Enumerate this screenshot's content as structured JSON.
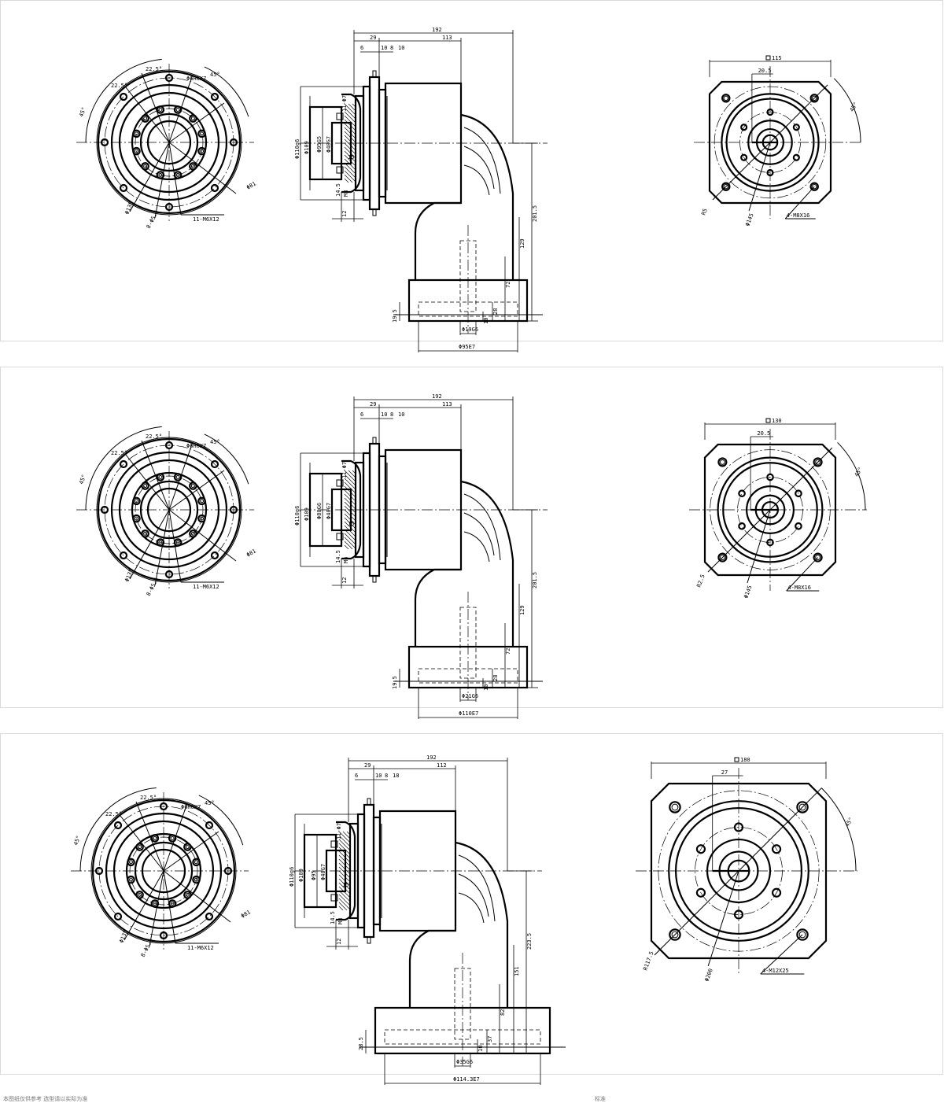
{
  "panels": [
    {
      "label": "panel-1",
      "front": {
        "a22": "22.5°",
        "a22b": "22.5°",
        "a45": "45°",
        "a45b": "45°",
        "pin": "Φ6H6X7",
        "pcd1": "Φ135",
        "pcd2": "8-Φ5.5",
        "pcd3": "Φ81",
        "screw": "11-M6X12"
      },
      "side": {
        "d192": "192",
        "d29": "29",
        "d113": "113",
        "d6": "6",
        "d10a": "10",
        "d8": "8",
        "d10b": "10",
        "d110": "Φ110g6",
        "d109": "Φ109",
        "d95": "Φ95G5",
        "d40": "Φ40G7",
        "d14": "14.5",
        "d15": "15",
        "d12": "12",
        "dh1": "M8",
        "dh2": "11-Φ7",
        "v201": "201.5",
        "v129": "129",
        "v72": "72",
        "v28": "28",
        "v10": "10",
        "v195": "19.5",
        "b19": "Φ19G6",
        "b95": "Φ95E7"
      },
      "flange": {
        "sq": "115",
        "w": "20.5",
        "ang": "45°",
        "r": "R5",
        "pcd": "Φ145",
        "screws": "4-M8X16"
      }
    },
    {
      "label": "panel-2",
      "front": {
        "a22": "22.5°",
        "a22b": "22.5°",
        "a45": "45°",
        "a45b": "45°",
        "pin": "Φ6H6X7",
        "pcd1": "Φ135",
        "pcd2": "8-Φ5.5",
        "pcd3": "Φ81",
        "screw": "11-M6X12"
      },
      "side": {
        "d192": "192",
        "d29": "29",
        "d113": "113",
        "d6": "6",
        "d10a": "10",
        "d8": "8",
        "d10b": "10",
        "d110": "Φ110g6",
        "d109": "Φ109",
        "d95": "Φ80G6",
        "d40": "Φ40G7",
        "d14": "14.5",
        "d15": "15",
        "d12": "12",
        "dh1": "M6",
        "dh2": "11-Φ7",
        "v201": "201.5",
        "v129": "129",
        "v72": "72",
        "v28": "28",
        "v10": "10",
        "v195": "19.5",
        "b19": "Φ21G6",
        "b95": "Φ110E7"
      },
      "flange": {
        "sq": "130",
        "w": "20.5",
        "ang": "45°",
        "r": "R2.5",
        "pcd": "Φ145",
        "screws": "4-M8X16"
      }
    },
    {
      "label": "panel-3",
      "front": {
        "a22": "22.5°",
        "a22b": "22.5°",
        "a45": "45°",
        "a45b": "45°",
        "pin": "Φ6H6X7",
        "pcd1": "Φ135",
        "pcd2": "8-Φ5.5",
        "pcd3": "Φ81",
        "screw": "11-M6X12"
      },
      "side": {
        "d192": "192",
        "d29": "29",
        "d113": "112",
        "d6": "6",
        "d10a": "10",
        "d8": "8",
        "d10b": "18",
        "d110": "Φ110g6",
        "d109": "Φ109",
        "d95": "Φ95",
        "d40": "Φ40G7",
        "d14": "14.5",
        "d15": "15",
        "d12": "12",
        "dh1": "M8",
        "dh2": "11-Φ7",
        "v201": "223.5",
        "v129": "151",
        "v72": "82",
        "v28": "37",
        "v10": "10",
        "v195": "28.5",
        "b19": "Φ35G6",
        "b95": "Φ114.3E7"
      },
      "flange": {
        "sq": "180",
        "w": "27",
        "ang": "45°",
        "r": "R117.5",
        "pcd": "Φ200",
        "screws": "4-M12X25"
      }
    }
  ],
  "footer": {
    "left": "本图纸仅供参考 选型请以实际为准",
    "right": "标准"
  }
}
